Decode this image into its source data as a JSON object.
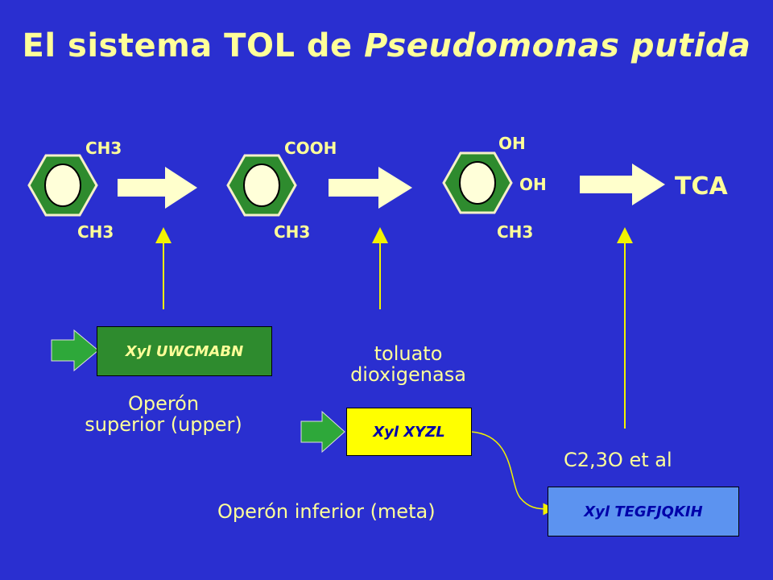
{
  "title": {
    "part1": "El sistema TOL de ",
    "part2": "Pseudomonas putida"
  },
  "molecules": [
    {
      "top_label": "CH3",
      "bottom_label": "CH3"
    },
    {
      "top_label": "COOH",
      "bottom_label": "CH3"
    },
    {
      "top_label": "OH",
      "side_label": "OH",
      "bottom_label": "CH3"
    }
  ],
  "product": "TCA",
  "enzymes": {
    "step2": {
      "line1": "toluato",
      "line2": "dioxigenasa"
    },
    "step3": "C2,3O et al"
  },
  "operons": {
    "upper_box": "Xyl UWCMABN",
    "upper_label": {
      "line1": "Operón",
      "line2": "superior (upper)"
    },
    "meta_box": "Xyl XYZL",
    "meta_target_box": "Xyl TEGFJQKIH",
    "meta_label": "Operón inferior (meta)"
  },
  "colors": {
    "background": "#2a2fd0",
    "text": "#ffff99",
    "ring_green": "#2e8b2e",
    "arrow_fill": "#ffffcc"
  }
}
